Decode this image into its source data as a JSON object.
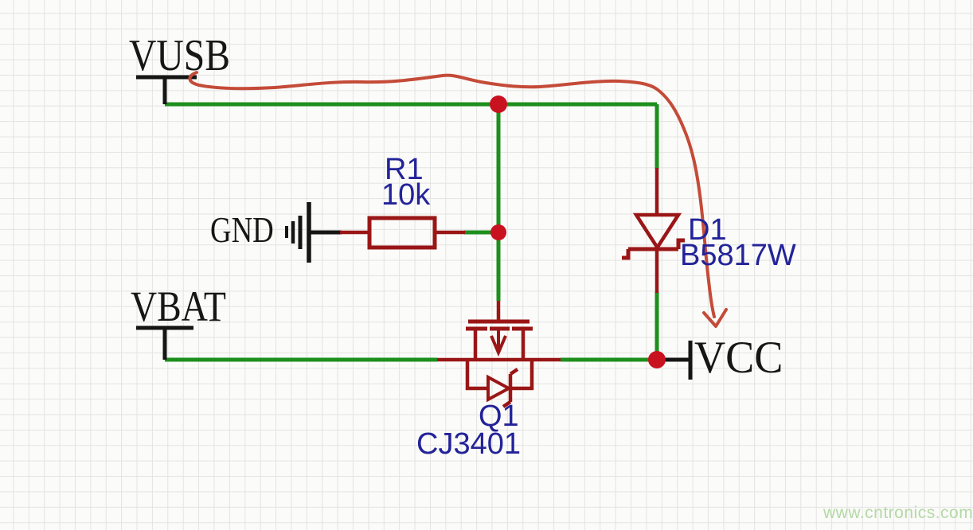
{
  "schematic": {
    "ports": {
      "vusb": "VUSB",
      "gnd": "GND",
      "vbat": "VBAT",
      "vcc": "VCC"
    },
    "components": {
      "resistor": {
        "ref": "R1",
        "value": "10k",
        "type": "resistor"
      },
      "diode": {
        "ref": "D1",
        "value": "B5817W",
        "type": "schottky-diode"
      },
      "mosfet": {
        "ref": "Q1",
        "value": "CJ3401",
        "type": "p-mosfet-with-body-diode"
      }
    }
  },
  "annotation": {
    "type": "freehand-arrow",
    "path": "from VUSB port along top rail, curving down past D1 to an arrowhead above VCC",
    "color": "#c44b38"
  },
  "watermark": {
    "text": "www.cntronics.com",
    "color": "#b4d8a6"
  },
  "colors": {
    "background": "#fbfbf9",
    "grid": "#e3e3e3",
    "wire_green": "#1d8f1d",
    "component_red": "#9a1616",
    "junction_red": "#c9121f",
    "label_blue": "#232399",
    "label_black": "#161616"
  }
}
